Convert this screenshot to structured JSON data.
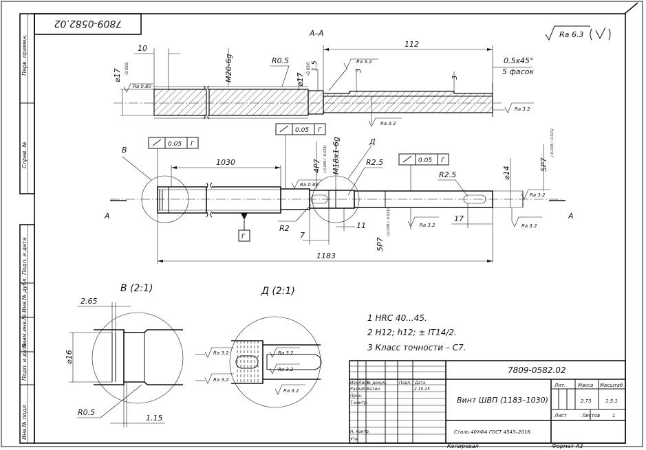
{
  "drawing_number": "7809-0582.02",
  "drawing_number_rotated": "7809-0582.02",
  "section_label": "A–A",
  "section_marker": "A",
  "roughness_general": "Ra 6.3",
  "roughness_values": {
    "r080": "Ra 0.80",
    "r32": "Ra 3.2"
  },
  "tolerance_frames": {
    "value": "0.05",
    "datum": "Г"
  },
  "datum_label": "Г",
  "detail_labels": {
    "b": "В",
    "d": "Д"
  },
  "detail_views": {
    "b_title": "В (2:1)",
    "d_title": "Д (2:1)"
  },
  "dimensions": {
    "d10": "10",
    "d112": "112",
    "d17": "⌀17",
    "d17_tol": "-0.016",
    "m20": "M20-6g",
    "r05": "R0.5",
    "d15": "1.5",
    "d3": "3",
    "chamfer": "0.5x45°",
    "chamfer_count": "5 фасок",
    "d1030": "1030",
    "p4": "4P7",
    "p4_tol": "(-0.009 / -0.021)",
    "m18": "M18x1-6g",
    "r25": "R2.5",
    "d14": "⌀14",
    "p5": "5P7",
    "p5_tol": "(-0.009 / -0.021)",
    "r2": "R2",
    "d7": "7",
    "d11": "11",
    "d17b": "17",
    "d1183": "1183",
    "d265": "2.65",
    "d16": "⌀16",
    "d115": "1.15"
  },
  "notes": [
    "1 HRC 40...45.",
    "2 H12; h12; ± IT14/2.",
    "3 Класс точности – С7."
  ],
  "side_strip": [
    "Перв. примен.",
    "Справ. №",
    "Подп. и дата",
    "Инв.№ дубл.",
    "Взам.инв.№",
    "Подп. и дата",
    "Инв.№ подл."
  ],
  "title_block": {
    "designation": "7809-0582.02",
    "name": "Винт ШВП (1183–1030)",
    "material": "Сталь 40ХФА ГОСТ 4543–2016",
    "col_headers": [
      "Изм",
      "Лист",
      "№ докум.",
      "Подп.",
      "Дата"
    ],
    "rows": [
      {
        "role": "Разраб.",
        "person": "Ватин",
        "date": "2.10.25"
      },
      {
        "role": "Пров.",
        "person": "",
        "date": ""
      },
      {
        "role": "Т.контр.",
        "person": "",
        "date": ""
      },
      {
        "role": "Н. контр.",
        "person": "",
        "date": ""
      },
      {
        "role": "Утв.",
        "person": "",
        "date": ""
      }
    ],
    "lit_label": "Лит.",
    "mass_label": "Масса",
    "scale_label": "Масштаб",
    "mass_value": "2.73",
    "scale_value": "1:5:1",
    "sheet_label": "Лист",
    "sheets_label": "Листов",
    "sheets_value": "1",
    "copied": "Копировал",
    "format": "Формат  A3"
  }
}
